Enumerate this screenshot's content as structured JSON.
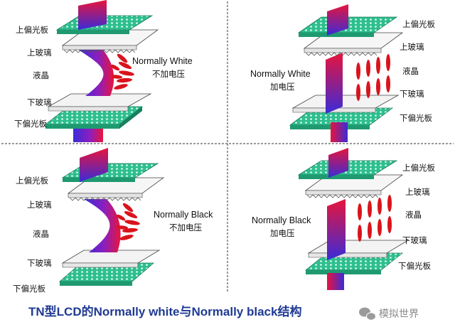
{
  "panels": [
    {
      "mode_en": "Normally White",
      "mode_cn": "不加电压",
      "layers": [
        "上偏光板",
        "上玻璃",
        "液晶",
        "下玻璃",
        "下偏光板"
      ]
    },
    {
      "mode_en": "Normally White",
      "mode_cn": "加电压",
      "layers": [
        "上偏光板",
        "上玻璃",
        "液晶",
        "下玻璃",
        "下偏光板"
      ]
    },
    {
      "mode_en": "Normally Black",
      "mode_cn": "不加电压",
      "layers": [
        "上偏光板",
        "上玻璃",
        "液晶",
        "下玻璃",
        "下偏光板"
      ]
    },
    {
      "mode_en": "Normally Black",
      "mode_cn": "加电压",
      "layers": [
        "上偏光板",
        "上玻璃",
        "液晶",
        "下玻璃",
        "下偏光板"
      ]
    }
  ],
  "caption": "TN型LCD的Normally white与Normally black结构",
  "watermark": "模拟世界",
  "colors": {
    "polarizer": "#2fbf8f",
    "lc_molecule": "#d9141c",
    "light_red": "#e8143c",
    "light_blue": "#3a2bd8",
    "caption": "#1f3a93"
  }
}
